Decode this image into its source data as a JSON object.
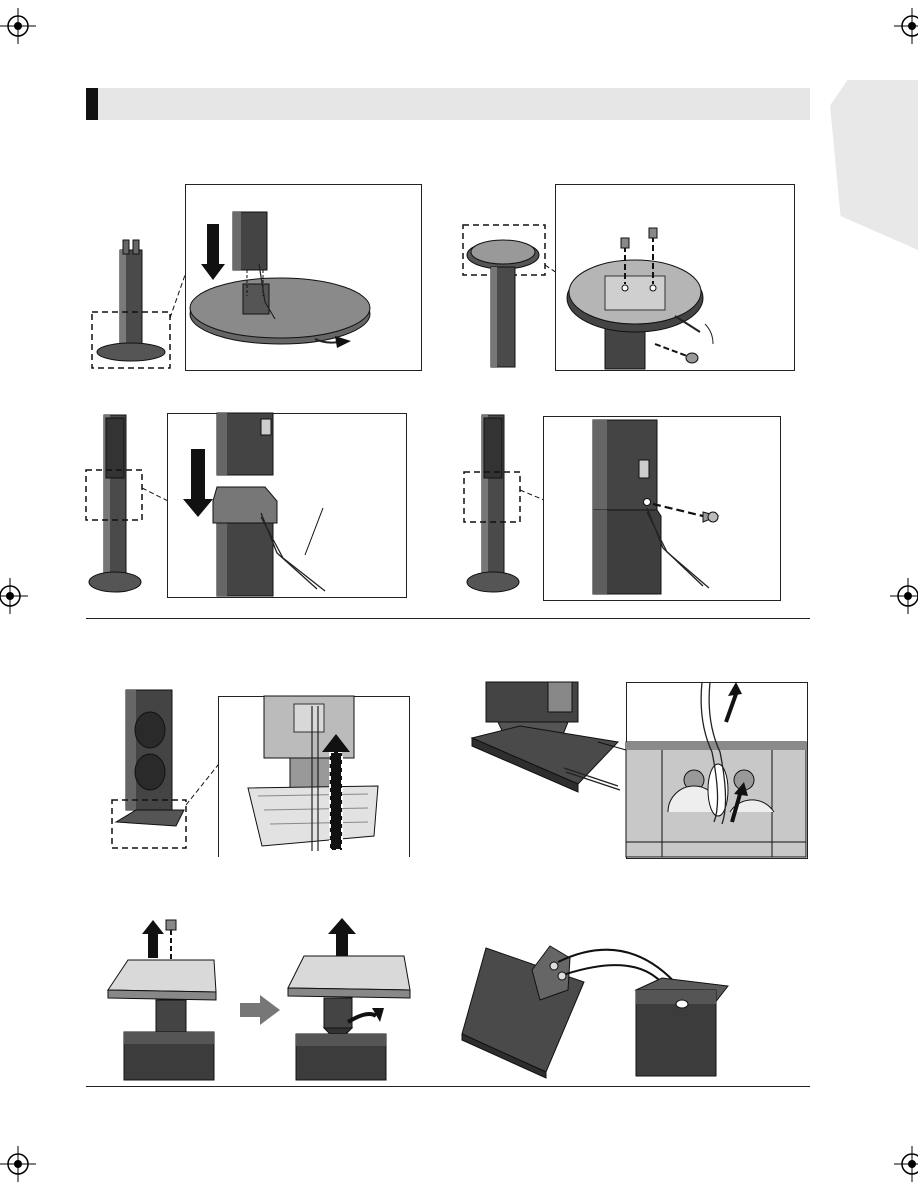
{
  "header": {
    "section_title": ""
  },
  "colors": {
    "accent": "#111111",
    "bar": "#e6e6e6",
    "tab": "#e8e8e8",
    "dark_metal": "#3a3a3a",
    "mid_metal": "#6e6e6e",
    "light_metal": "#a8a8a8"
  },
  "illustrations": [
    "step-insert-pole-into-base",
    "step-screw-base-to-pole",
    "step-attach-speaker-to-pole",
    "step-screw-speaker-cable-side",
    "step-remove-stand-from-speaker",
    "step-route-cable-through-base",
    "step-unscrew-plate",
    "step-connect-cable-to-speaker"
  ]
}
